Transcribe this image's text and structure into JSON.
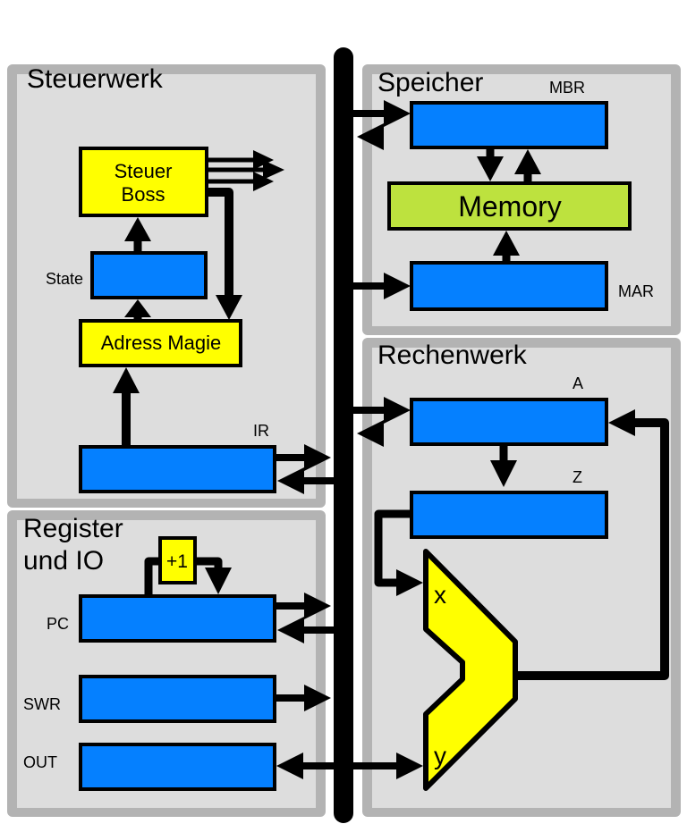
{
  "colors": {
    "register_blue": "#0580ff",
    "control_yellow": "#ffff00",
    "memory_green": "#bde23e",
    "panel_bg": "#dddddd",
    "panel_border": "#b3b3b3",
    "bus": "#000000"
  },
  "panels": {
    "steuerwerk": {
      "title": "Steuerwerk"
    },
    "speicher": {
      "title": "Speicher"
    },
    "rechenwerk": {
      "title": "Rechenwerk"
    },
    "register_io": {
      "title_line1": "Register",
      "title_line2": "und IO"
    }
  },
  "steuerwerk": {
    "steuer_boss_line1": "Steuer",
    "steuer_boss_line2": "Boss",
    "state_label": "State",
    "adress_magie": "Adress Magie",
    "ir_label": "IR"
  },
  "speicher": {
    "mbr_label": "MBR",
    "memory": "Memory",
    "mar_label": "MAR"
  },
  "rechenwerk": {
    "a_label": "A",
    "z_label": "Z",
    "alu_x": "x",
    "alu_y": "y"
  },
  "register_io": {
    "increment": "+1",
    "pc_label": "PC",
    "swr_label": "SWR",
    "out_label": "OUT"
  }
}
